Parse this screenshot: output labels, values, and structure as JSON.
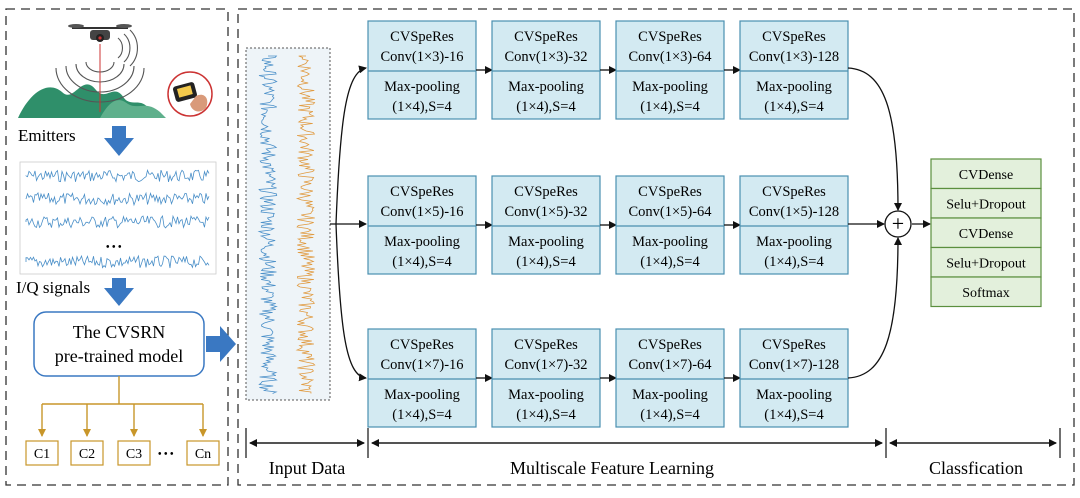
{
  "left_panel": {
    "emitters_label": "Emitters",
    "iq_label": "I/Q signals",
    "dots": "• • •",
    "model_label": [
      "The CVSRN",
      "pre-trained model"
    ],
    "outputs": [
      "C1",
      "C2",
      "C3",
      "Cn"
    ],
    "outputs_dots": "• • •"
  },
  "branches": [
    {
      "blocks": [
        {
          "title": "CVSpeRes",
          "conv": "Conv(1×3)-16",
          "pool": "Max-pooling",
          "pool_param": "(1×4),S=4"
        },
        {
          "title": "CVSpeRes",
          "conv": "Conv(1×3)-32",
          "pool": "Max-pooling",
          "pool_param": "(1×4),S=4"
        },
        {
          "title": "CVSpeRes",
          "conv": "Conv(1×3)-64",
          "pool": "Max-pooling",
          "pool_param": "(1×4),S=4"
        },
        {
          "title": "CVSpeRes",
          "conv": "Conv(1×3)-128",
          "pool": "Max-pooling",
          "pool_param": "(1×4),S=4"
        }
      ]
    },
    {
      "blocks": [
        {
          "title": "CVSpeRes",
          "conv": "Conv(1×5)-16",
          "pool": "Max-pooling",
          "pool_param": "(1×4),S=4"
        },
        {
          "title": "CVSpeRes",
          "conv": "Conv(1×5)-32",
          "pool": "Max-pooling",
          "pool_param": "(1×4),S=4"
        },
        {
          "title": "CVSpeRes",
          "conv": "Conv(1×5)-64",
          "pool": "Max-pooling",
          "pool_param": "(1×4),S=4"
        },
        {
          "title": "CVSpeRes",
          "conv": "Conv(1×5)-128",
          "pool": "Max-pooling",
          "pool_param": "(1×4),S=4"
        }
      ]
    },
    {
      "blocks": [
        {
          "title": "CVSpeRes",
          "conv": "Conv(1×7)-16",
          "pool": "Max-pooling",
          "pool_param": "(1×4),S=4"
        },
        {
          "title": "CVSpeRes",
          "conv": "Conv(1×7)-32",
          "pool": "Max-pooling",
          "pool_param": "(1×4),S=4"
        },
        {
          "title": "CVSpeRes",
          "conv": "Conv(1×7)-64",
          "pool": "Max-pooling",
          "pool_param": "(1×4),S=4"
        },
        {
          "title": "CVSpeRes",
          "conv": "Conv(1×7)-128",
          "pool": "Max-pooling",
          "pool_param": "(1×4),S=4"
        }
      ]
    }
  ],
  "plus_symbol": "+",
  "classifier": [
    "CVDense",
    "Selu+Dropout",
    "CVDense",
    "Selu+Dropout",
    "Softmax"
  ],
  "section_labels": {
    "input": "Input Data",
    "feature": "Multiscale Feature Learning",
    "classification": "Classfication"
  },
  "colors": {
    "block_fill": "#d3eaf2",
    "block_stroke": "#4a8fb0",
    "classifier_fill": "#e3f0dc",
    "classifier_stroke": "#5b8f3e",
    "arrow_blue": "#3a78c2",
    "tree_gold": "#c8962a",
    "iq_blue": "#4a8fc8",
    "iq_orange": "#e09a40"
  }
}
